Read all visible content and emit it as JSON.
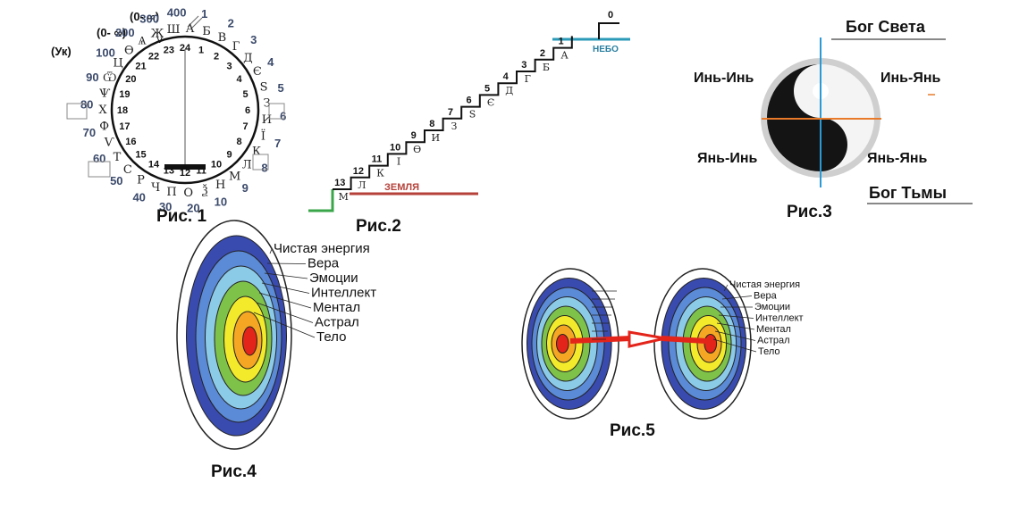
{
  "fig1": {
    "caption": "Рис. 1",
    "top_labels": [
      "(0- ∞)",
      "(0- ∞)",
      "(Ук)",
      "V"
    ],
    "hours": [
      "24",
      "1",
      "2",
      "3",
      "4",
      "5",
      "6",
      "7",
      "8",
      "9",
      "10",
      "11",
      "12",
      "13",
      "14",
      "15",
      "16",
      "17",
      "18",
      "19",
      "20",
      "21",
      "22",
      "23"
    ],
    "outer_numbers": [
      "1",
      "2",
      "3",
      "4",
      "5",
      "6",
      "7",
      "8",
      "9",
      "10",
      "20",
      "30",
      "40",
      "50",
      "60",
      "70",
      "80",
      "90",
      "100",
      "200",
      "300",
      "400"
    ],
    "glyphs": [
      "А",
      "Б",
      "В",
      "Г",
      "Д",
      "Є",
      "Ѕ",
      "З",
      "И",
      "Ї",
      "К",
      "Л",
      "М",
      "Н",
      "Ѯ",
      "О",
      "П",
      "Ч",
      "Р",
      "С",
      "Т",
      "Ѵ",
      "Ф",
      "Х",
      "Ѱ",
      "Ѿ",
      "Ц",
      "Ѳ",
      "Ѧ",
      "Ж",
      "Ш"
    ]
  },
  "fig2": {
    "caption": "Рис.2",
    "top_label": "0",
    "sky": "НЕБО",
    "earth": "ЗЕМЛЯ",
    "steps": [
      "1",
      "2",
      "3",
      "4",
      "5",
      "6",
      "7",
      "8",
      "9",
      "10",
      "11",
      "12",
      "13"
    ],
    "glyphs": [
      "А",
      "Б",
      "Г",
      "Д",
      "Є",
      "Ѕ",
      "З",
      "И",
      "Ѳ",
      "І",
      "К",
      "Л",
      "М"
    ]
  },
  "fig3": {
    "caption": "Рис.3",
    "god_light": "Бог Света",
    "god_dark": "Бог Тьмы",
    "yin_yin": "Инь-Инь",
    "yin_yang": "Инь-Янь",
    "yang_yin": "Янь-Инь",
    "yang_yang": "Янь-Янь"
  },
  "fig4": {
    "caption": "Рис.4",
    "layers": [
      "Чистая энергия",
      "Вера",
      "Эмоции",
      "Интеллект",
      "Ментал",
      "Астрал",
      "Тело"
    ]
  },
  "fig5": {
    "caption": "Рис.5",
    "layers": [
      "Чистая энергия",
      "Вера",
      "Эмоции",
      "Интеллект",
      "Ментал",
      "Астрал",
      "Тело"
    ]
  },
  "colors": {
    "ring_outer": "#3a4bb0",
    "ring_2": "#5b8ad6",
    "ring_3": "#8ccbe8",
    "ring_4": "#7ec24a",
    "ring_5": "#f2ea2a",
    "ring_6": "#f5a623",
    "ring_core": "#e3241b",
    "stair_teal": "#2a9ab8",
    "stair_green": "#3aa64a",
    "earth_red": "#b5413a",
    "link_red": "#e3241b"
  }
}
